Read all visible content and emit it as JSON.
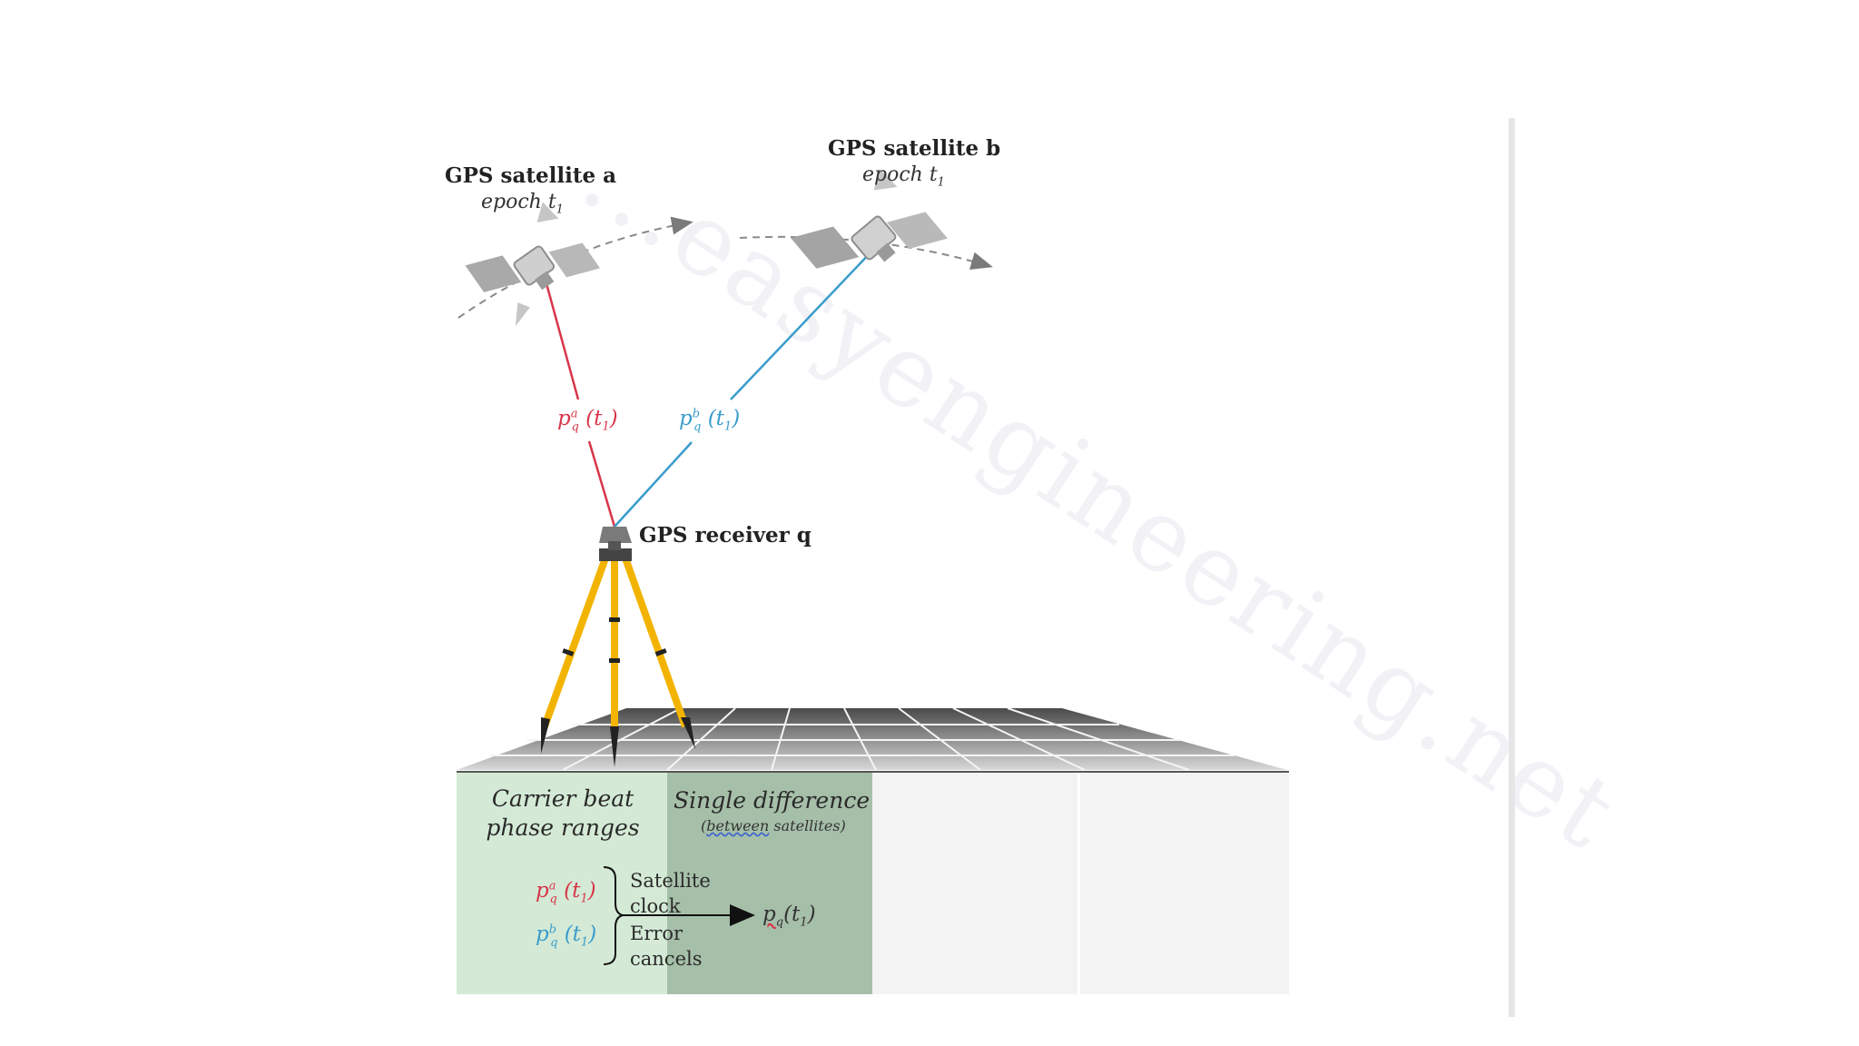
{
  "watermark": "...easyengineering.net",
  "satellite_a": {
    "name": "GPS satellite a",
    "epoch_label": "epoch t",
    "epoch_sub": "1"
  },
  "satellite_b": {
    "name": "GPS satellite b",
    "epoch_label": "epoch t",
    "epoch_sub": "1"
  },
  "receiver": {
    "name": "GPS receiver q"
  },
  "ranges": {
    "a": {
      "base": "p",
      "sup": "a",
      "sub": "q",
      "arg": "(t",
      "arg_sub": "1",
      "close": ")"
    },
    "b": {
      "base": "p",
      "sup": "b",
      "sub": "q",
      "arg": "(t",
      "arg_sub": "1",
      "close": ")"
    }
  },
  "panels": {
    "carrier_title_line1": "Carrier beat",
    "carrier_title_line2": "phase ranges",
    "single_diff_title": "Single difference",
    "single_diff_sub_word": "between",
    "single_diff_sub_rest": " satellites)",
    "single_diff_sub_open": "(",
    "note_line1": "Satellite",
    "note_line2": "clock",
    "note_line3": "Error",
    "note_line4": "cancels",
    "result": {
      "base": "p",
      "sub": "q",
      "arg": "(t",
      "arg_sub": "1",
      "close": ")"
    }
  },
  "colors": {
    "range_a": "#d8364a",
    "range_b": "#3a9ccb",
    "tripod": "#f2b400",
    "panel_green": "#d4ead6",
    "panel_dark_green": "#a6bfa9",
    "panel_grey": "#f3f3f3"
  },
  "icons": [
    "satellite-icon",
    "tripod-icon",
    "arrow-icon"
  ]
}
